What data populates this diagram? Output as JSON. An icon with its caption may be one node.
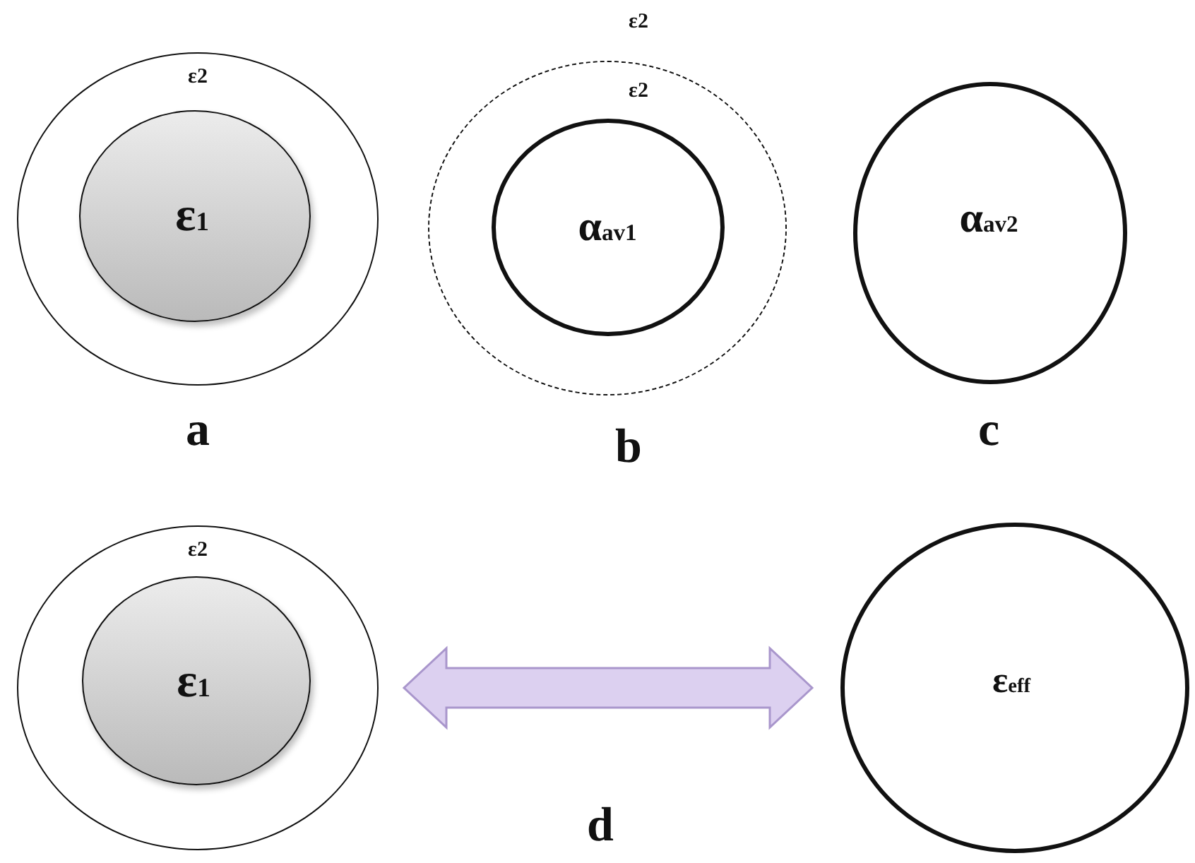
{
  "diagram": {
    "nodes": [
      {
        "text": [
          "ε2"
        ]
      },
      {
        "text": [
          "ε$_{1}$"
        ],
        "in": 0
      },
      {
        "text": [
          "ε2",
          "ε2"
        ]
      },
      {
        "text": [
          "α$_{av1}$"
        ],
        "in": 2
      },
      {
        "text": [
          "α$_{av2}$"
        ]
      },
      {
        "text": [
          "ε2"
        ]
      },
      {
        "text": [
          "ε$_{1}$"
        ],
        "in": 5
      },
      {
        "text": [
          "ε$_{eff}$"
        ]
      }
    ],
    "edges": [
      {
        "from": 5,
        "to": 7,
        "arrow": "both",
        "style": "thick",
        "color": "#dcd0f0"
      }
    ],
    "labels": [
      "a",
      "b",
      "c",
      "d"
    ]
  }
}
